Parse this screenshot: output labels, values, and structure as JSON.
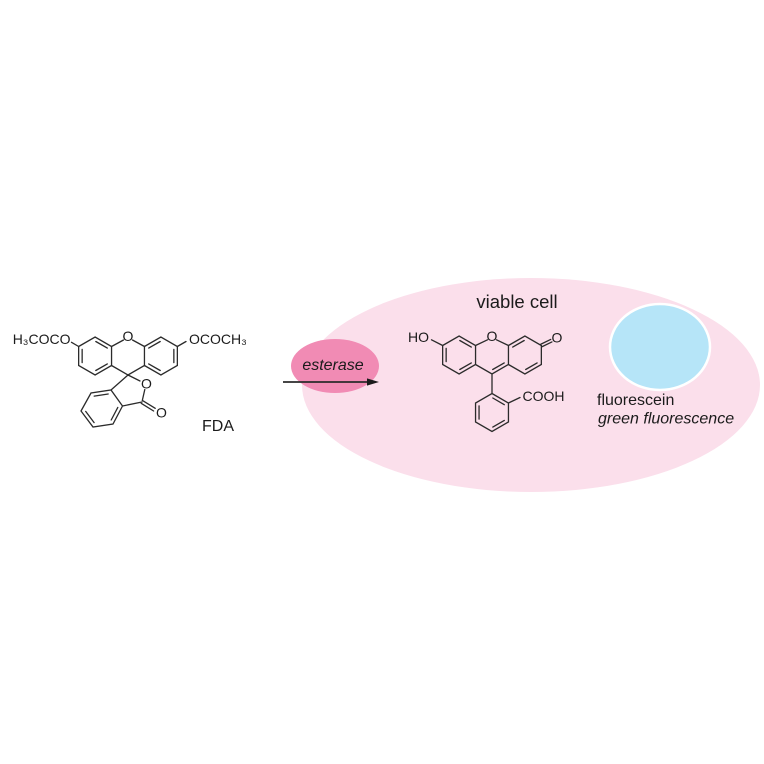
{
  "colors": {
    "cell_fill": "#fbdfeb",
    "esterase_fill": "#f18bb4",
    "viable_text": "#eda2cb",
    "circle_fill": "#b6e5f8",
    "circle_stroke": "#ffffff",
    "line": "#2b2b2b"
  },
  "fda": {
    "acetate_left": "H₃COCO",
    "acetate_right": "OCOCH₃",
    "ring_oxygen": "O",
    "lactone_oxygen": "O",
    "carbonyl_oxygen": "O",
    "name": "FDA"
  },
  "reaction": {
    "enzyme": "esterase"
  },
  "cell": {
    "label": "viable cell"
  },
  "fluorescein": {
    "hydroxyl": "HO",
    "ring_oxygen": "O",
    "ketone_oxygen": "O",
    "carboxyl": "COOH",
    "name": "fluorescein",
    "note": "green fluorescence"
  }
}
